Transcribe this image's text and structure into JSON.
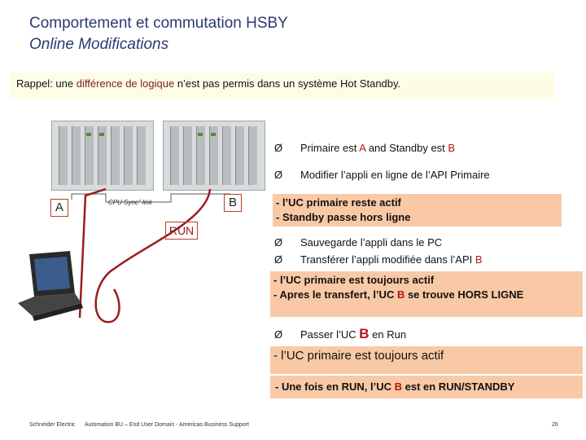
{
  "title": {
    "line1": "Comportement et commutation HSBY",
    "line2": "Online Modifications"
  },
  "rappel": {
    "prefix": "Rappel: une ",
    "highlight": "différence de logique",
    "suffix": " n’est pas permis dans un système Hot Standby."
  },
  "diagram": {
    "label_a": "A",
    "label_b": "B",
    "run": "RUN",
    "sync": "CPU Sync\" link"
  },
  "bullets": {
    "b1": {
      "pre": "Primaire est ",
      "a": "A",
      "mid": " and Standby est ",
      "b": "B"
    },
    "b2": "Modifier l’appli en ligne de l’API Primaire",
    "b3": "Sauvegarde l’appli dans le PC",
    "b4": {
      "pre": "Transférer l’appli modifiée dans l’API ",
      "b": "B"
    },
    "b5": {
      "pre": "Passer l’UC ",
      "b": "B",
      "post": " en Run"
    }
  },
  "boxes": {
    "box1": {
      "l1": "- l’UC primaire reste actif",
      "l2": "- Standby passe hors ligne"
    },
    "box2": {
      "l1": "- l’UC primaire est toujours actif",
      "l2pre": "- Apres le transfert, l’UC ",
      "b": "B",
      "l2post": " se trouve  HORS LIGNE"
    },
    "box3": "- l’UC primaire est toujours actif",
    "box4": {
      "pre": "- Une fois en RUN, l’UC ",
      "b": "B",
      "post": " est en RUN/STANDBY"
    }
  },
  "footer": {
    "company": "Schneider Electric",
    "dept": "Automation BU – End User Domain - Americas Business Support",
    "page": "26"
  },
  "arrow_glyph": "Ø",
  "colors": {
    "title": "#2b3a73",
    "box": "#f9c9a6",
    "red": "#b0151a"
  }
}
